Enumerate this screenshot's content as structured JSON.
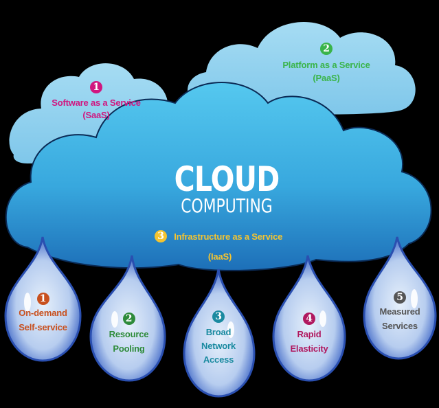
{
  "title": {
    "line1": "CLOUD",
    "line2": "COMPUTING"
  },
  "service_models": [
    {
      "num": "1",
      "name": "Software as a Service",
      "abbr": "(SaaS)",
      "color": "#d0167f"
    },
    {
      "num": "2",
      "name": "Platform as a Service",
      "abbr": "(PaaS)",
      "color": "#3ab44a"
    },
    {
      "num": "3",
      "name": "Infrastructure as a Service",
      "abbr": "(IaaS)",
      "color": "#f4c430"
    }
  ],
  "characteristics": [
    {
      "num": "1",
      "line1": "On-demand",
      "line2": "Self-service",
      "line3": "",
      "color": "#c8501e"
    },
    {
      "num": "2",
      "line1": "Resource",
      "line2": "Pooling",
      "line3": "",
      "color": "#2e8b3a"
    },
    {
      "num": "3",
      "line1": "Broad",
      "line2": "Network",
      "line3": "Access",
      "color": "#1a8aa0"
    },
    {
      "num": "4",
      "line1": "Rapid",
      "line2": "Elasticity",
      "line3": "",
      "color": "#b0185f"
    },
    {
      "num": "5",
      "line1": "Measured",
      "line2": "Services",
      "line3": "",
      "color": "#555555"
    }
  ]
}
